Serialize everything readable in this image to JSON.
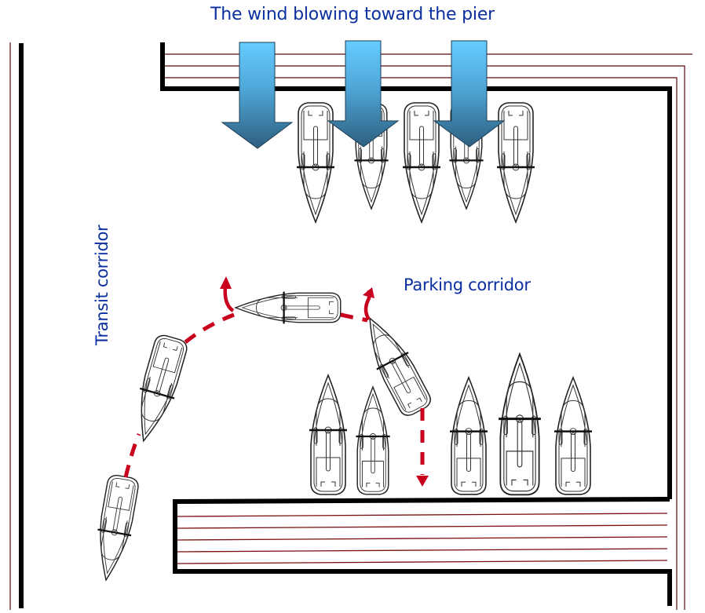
{
  "diagram": {
    "title": "The wind blowing toward the pier",
    "labels": {
      "parking_corridor": "Parking corridor",
      "transit_corridor": "Transit corridor"
    },
    "wind_arrows": {
      "count": 3,
      "direction": "down",
      "meaning": "wind toward pier",
      "color_top": "#66ccff",
      "color_bottom": "#2e5f80"
    },
    "boats_top_row": {
      "count": 5,
      "orientation": "bow-down"
    },
    "boats_bottom_row": {
      "count": 5,
      "orientation": "bow-up"
    },
    "maneuvering_boats": {
      "count": 4,
      "description": "boat path from transit corridor turning into parking corridor"
    },
    "path_color": "#c8001e",
    "text_color": "#0a2f9e"
  }
}
